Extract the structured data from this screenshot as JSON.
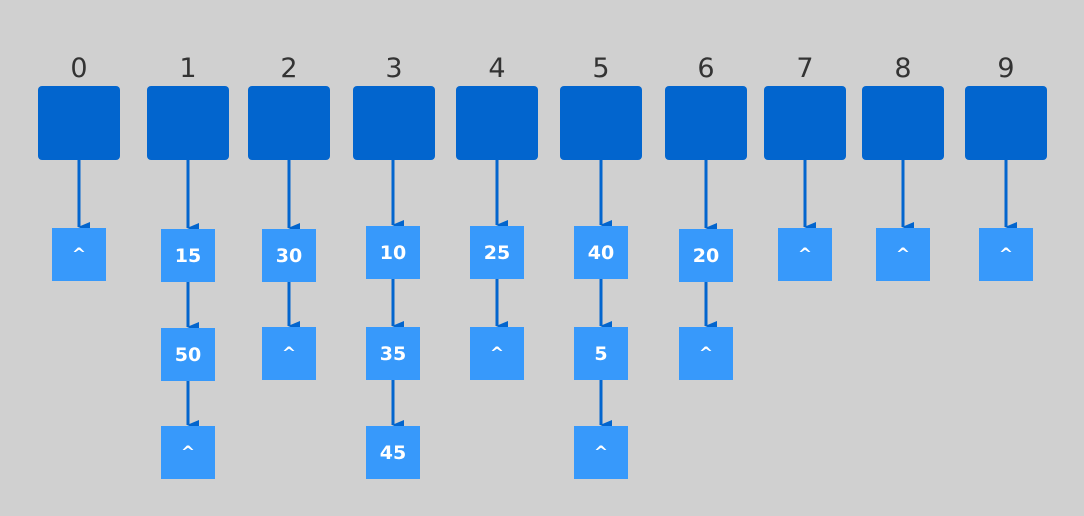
{
  "hash_table": {
    "buckets": [
      {
        "index": "0",
        "chain": [
          "^"
        ]
      },
      {
        "index": "1",
        "chain": [
          "15",
          "50",
          "^"
        ]
      },
      {
        "index": "2",
        "chain": [
          "30",
          "^"
        ]
      },
      {
        "index": "3",
        "chain": [
          "10",
          "35",
          "45"
        ]
      },
      {
        "index": "4",
        "chain": [
          "25",
          "^"
        ]
      },
      {
        "index": "5",
        "chain": [
          "40",
          "5",
          "^"
        ]
      },
      {
        "index": "6",
        "chain": [
          "20",
          "^"
        ]
      },
      {
        "index": "7",
        "chain": [
          "^"
        ]
      },
      {
        "index": "8",
        "chain": [
          "^"
        ]
      },
      {
        "index": "9",
        "chain": [
          "^"
        ]
      }
    ]
  },
  "colors": {
    "background": "#d0d0d0",
    "bucket": "#0265ce",
    "node": "#3799fb",
    "arrow": "#0265ce",
    "label": "#333333",
    "node_text": "#ffffff"
  },
  "null_marker": "^"
}
